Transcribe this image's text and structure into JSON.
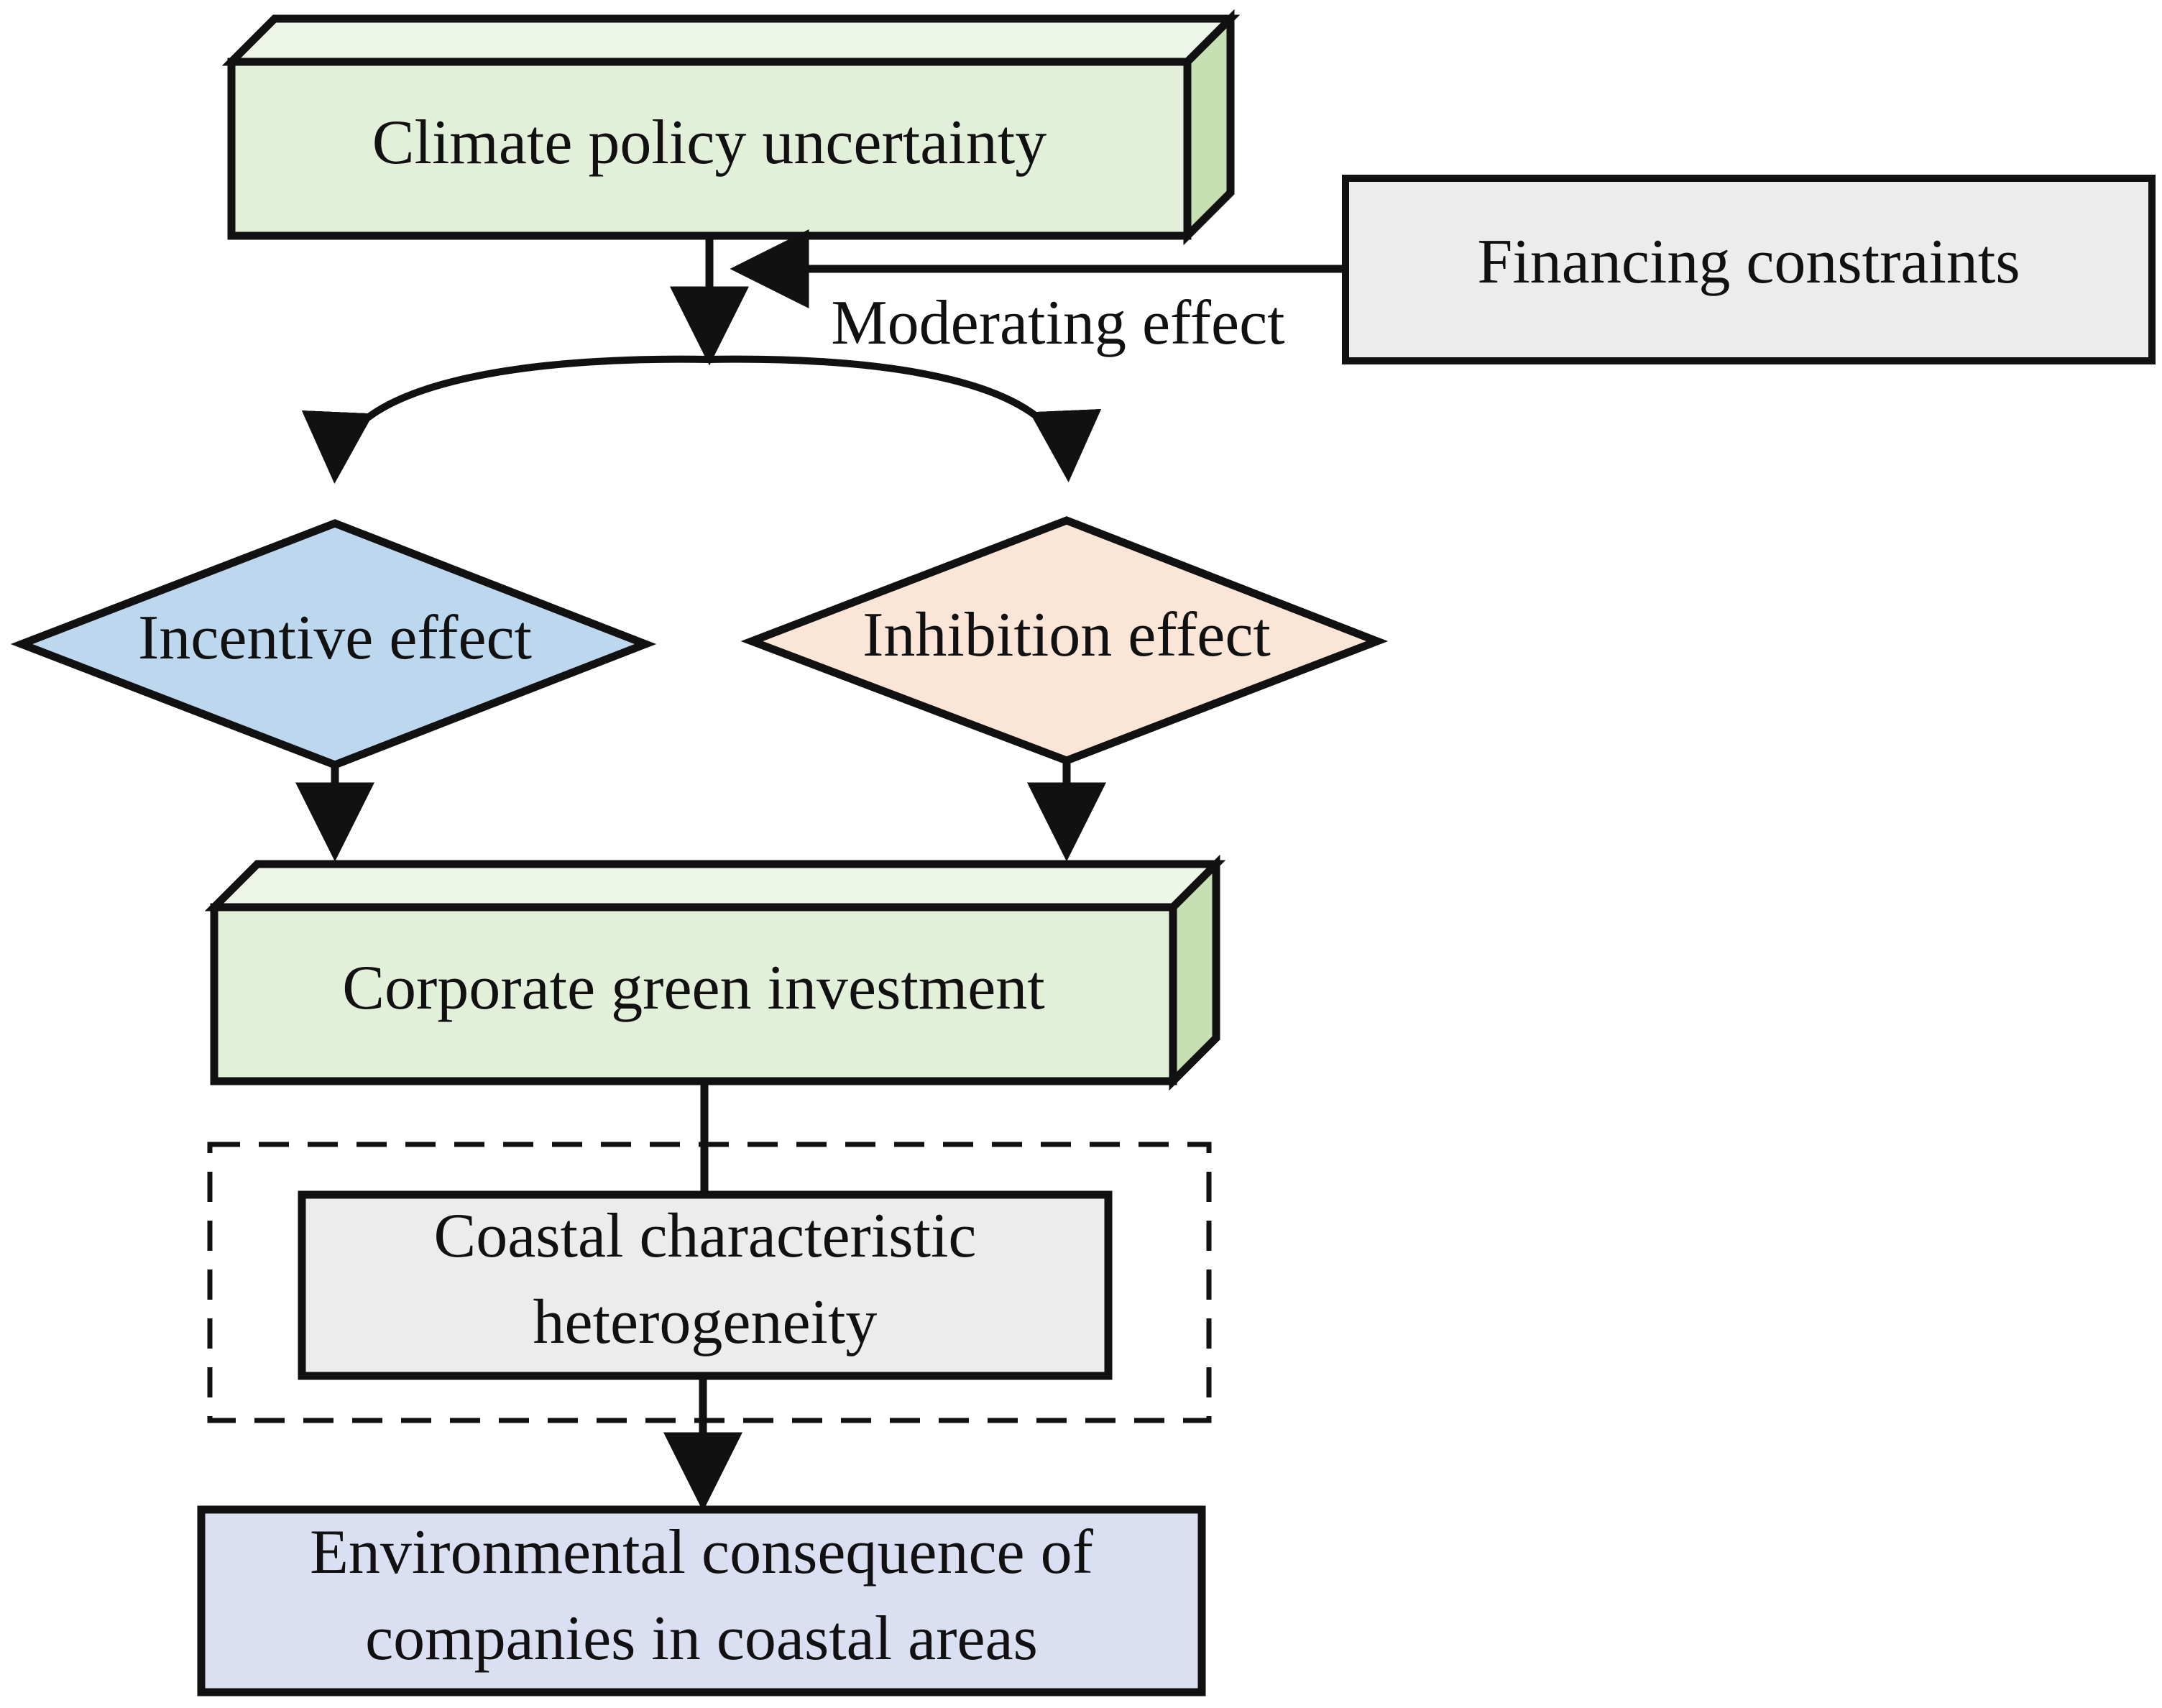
{
  "nodes": {
    "climate_policy": {
      "label": "Climate policy uncertainty"
    },
    "financing": {
      "label": "Financing constraints"
    },
    "moderating": {
      "label": "Moderating effect"
    },
    "incentive": {
      "label": "Incentive effect"
    },
    "inhibition": {
      "label": "Inhibition effect"
    },
    "green_investment": {
      "label": "Corporate green investment"
    },
    "coastal": {
      "line1": "Coastal characteristic",
      "line2": "heterogeneity"
    },
    "environmental": {
      "line1": "Environmental consequence of",
      "line2": "companies in coastal areas"
    }
  },
  "colors": {
    "stroke": "#111111",
    "green_face": "#e2efd9",
    "green_top": "#eef6e9",
    "green_side": "#c6e0b4",
    "gray_box": "#ececec",
    "blue_diamond": "#bdd7ee",
    "peach_diamond": "#fbe5d6",
    "lavender_box": "#dae0f2"
  }
}
